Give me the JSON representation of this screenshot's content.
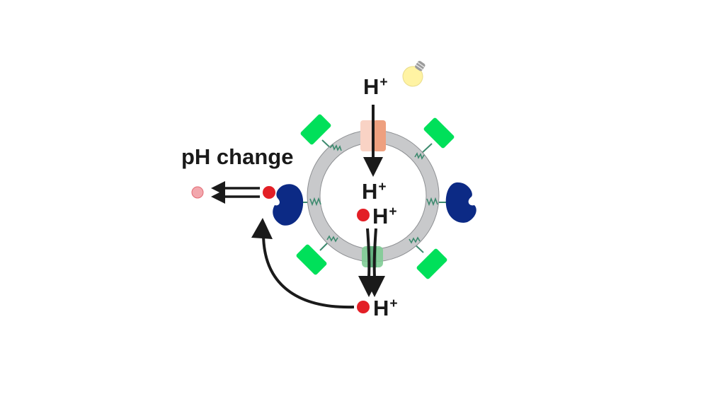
{
  "diagram": {
    "labels": {
      "ph_change": "pH change",
      "proton_outside_top": "H",
      "proton_inside": "H",
      "proton_inside_bound": "H",
      "proton_outside_bottom": "H",
      "charge": "+"
    },
    "colors": {
      "membrane": "#c8c9cb",
      "membrane_edge": "#8e9093",
      "receptor_green": "#00e05a",
      "linker": "#3c8a6e",
      "sensor_blue": "#0c2a85",
      "proton_dot": "#e31f26",
      "released_dot": "#f2a7ad",
      "pump_light": "#f9d3c5",
      "pump_dark": "#eea07f",
      "channel": "#7fcc95",
      "bulb": "#fff3a3",
      "bulb_base": "#9b9b9b",
      "arrow": "#1a1a1a"
    },
    "elements": [
      "light-bulb",
      "light-driven-proton-pump",
      "vesicle-membrane",
      "proton-channel",
      "green-receptors",
      "blue-pH-sensors",
      "proton-particles"
    ]
  }
}
